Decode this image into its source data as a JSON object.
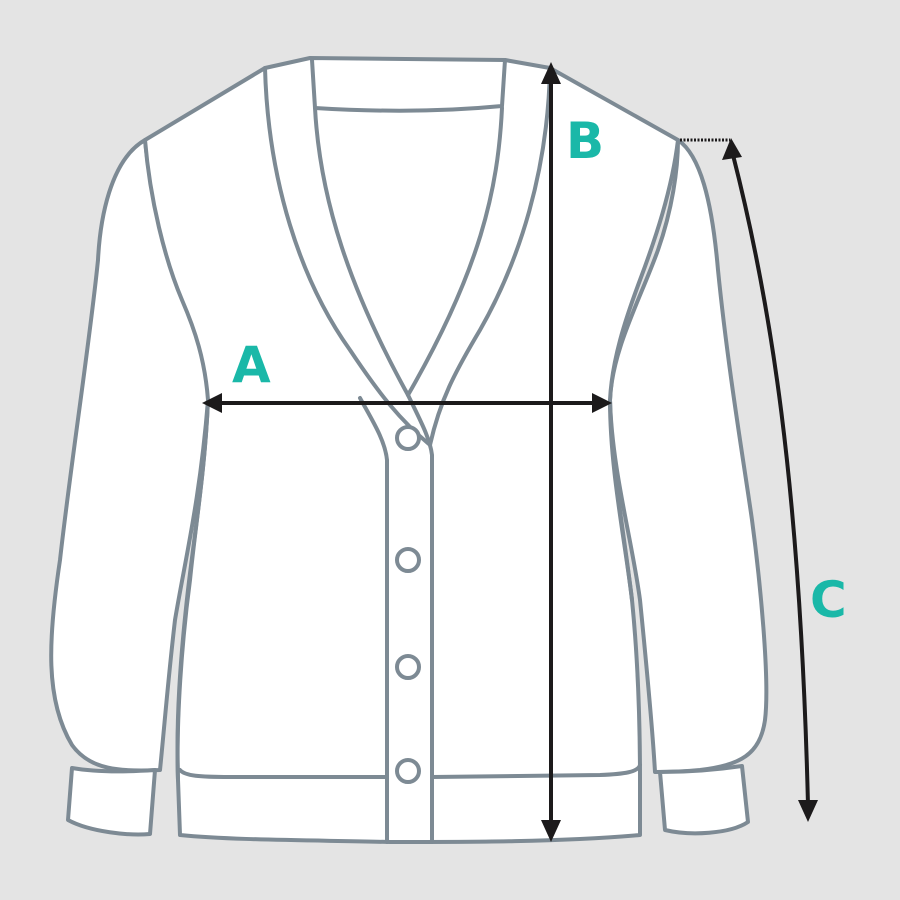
{
  "diagram": {
    "subject": "cardigan size measurement guide",
    "background_color": "#e4e4e4",
    "garment_fill": "#ffffff",
    "outline_color": "#7d8a94",
    "arrow_color": "#1c1a1b",
    "label_color": "#1ab8a8",
    "buttons": 4,
    "measurements": [
      {
        "label": "A",
        "description": "chest width, armpit to armpit"
      },
      {
        "label": "B",
        "description": "body length, shoulder to hem"
      },
      {
        "label": "C",
        "description": "sleeve length, shoulder to cuff"
      }
    ]
  }
}
